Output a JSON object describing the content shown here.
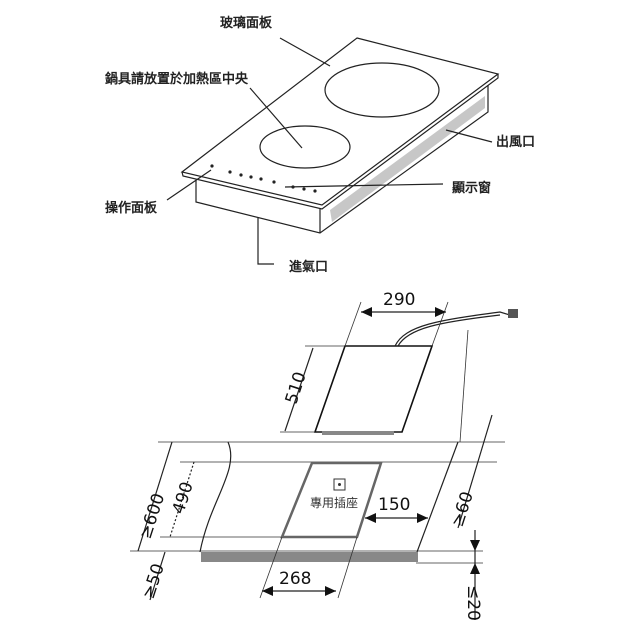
{
  "top_diagram": {
    "labels": {
      "glass_panel": "玻璃面板",
      "place_cookware": "鍋具請放置於加熱區中央",
      "air_outlet": "出風口",
      "display_window": "顯示窗",
      "control_panel": "操作面板",
      "air_inlet": "進氣口"
    }
  },
  "bottom_diagram": {
    "dimensions": {
      "width": "290",
      "depth": "510",
      "counter_depth": "≥600",
      "cutout_depth": "490",
      "front_margin": "≥50",
      "side_margin": "≥60",
      "socket_offset": "150",
      "cutout_width": "268",
      "thickness": "≤20"
    },
    "socket_label": "專用插座"
  },
  "colors": {
    "line": "#222222",
    "strip": "#888888"
  }
}
